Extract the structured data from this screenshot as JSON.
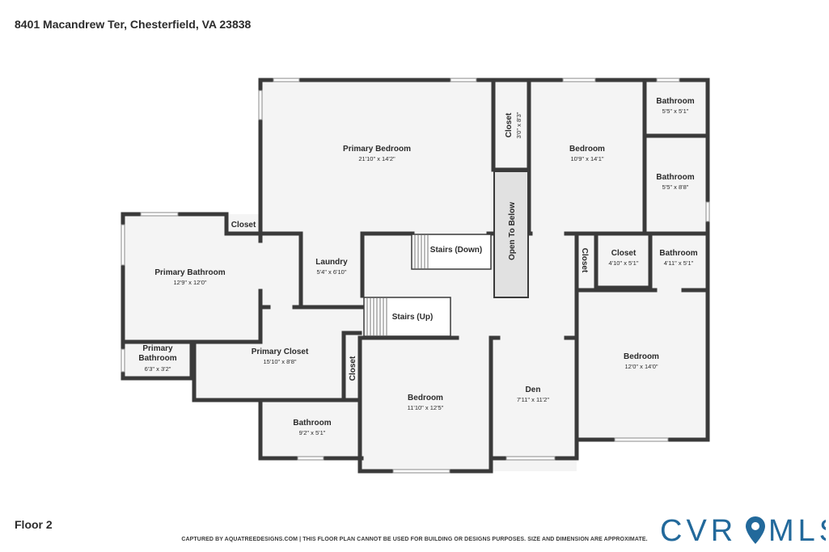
{
  "header": {
    "address": "8401 Macandrew Ter, Chesterfield, VA 23838"
  },
  "footer": {
    "floor": "Floor 2",
    "disclaimer": "CAPTURED BY AQUATREEDESIGNS.COM | THIS FLOOR PLAN CANNOT BE USED FOR BUILDING OR DESIGNS PURPOSES. SIZE AND DIMENSION ARE APPROXIMATE.",
    "logo_text": "CVRMLS"
  },
  "colors": {
    "wall": "#3a3a3a",
    "floor": "#f4f4f4",
    "logo": "#22699b",
    "open_to_below": "#e1e1e1"
  },
  "rooms": [
    {
      "id": "primary-bedroom",
      "name": "Primary Bedroom",
      "dims": "21'10\" x 14'2\""
    },
    {
      "id": "closet-top",
      "name": "Closet",
      "dims": "3'0\" x 8'3\""
    },
    {
      "id": "bedroom-top-right",
      "name": "Bedroom",
      "dims": "10'9\" x 14'1\""
    },
    {
      "id": "bathroom-top-right",
      "name": "Bathroom",
      "dims": "5'5\" x 5'1\""
    },
    {
      "id": "bathroom-right-mid",
      "name": "Bathroom",
      "dims": "5'5\" x 8'8\""
    },
    {
      "id": "closet-primary-bath",
      "name": "Closet",
      "dims": ""
    },
    {
      "id": "primary-bathroom",
      "name": "Primary Bathroom",
      "dims": "12'9\" x 12'0\""
    },
    {
      "id": "laundry",
      "name": "Laundry",
      "dims": "5'4\" x 6'10\""
    },
    {
      "id": "stairs-down",
      "name": "Stairs (Down)",
      "dims": ""
    },
    {
      "id": "open-to-below",
      "name": "Open To Below",
      "dims": ""
    },
    {
      "id": "closet-right-vertical",
      "name": "Closet",
      "dims": ""
    },
    {
      "id": "closet-right",
      "name": "Closet",
      "dims": "4'10\" x 5'1\""
    },
    {
      "id": "bathroom-right",
      "name": "Bathroom",
      "dims": "4'11\" x 5'1\""
    },
    {
      "id": "stairs-up",
      "name": "Stairs (Up)",
      "dims": ""
    },
    {
      "id": "primary-closet",
      "name": "Primary Closet",
      "dims": "15'10\" x 8'8\""
    },
    {
      "id": "primary-bathroom-small",
      "name": "Primary Bathroom",
      "dims": "6'3\" x 3'2\""
    },
    {
      "id": "closet-center",
      "name": "Closet",
      "dims": ""
    },
    {
      "id": "bedroom-right",
      "name": "Bedroom",
      "dims": "12'0\" x 14'0\""
    },
    {
      "id": "den",
      "name": "Den",
      "dims": "7'11\" x 11'2\""
    },
    {
      "id": "bedroom-bottom",
      "name": "Bedroom",
      "dims": "11'10\" x 12'5\""
    },
    {
      "id": "bathroom-bottom",
      "name": "Bathroom",
      "dims": "9'2\" x 5'1\""
    }
  ]
}
